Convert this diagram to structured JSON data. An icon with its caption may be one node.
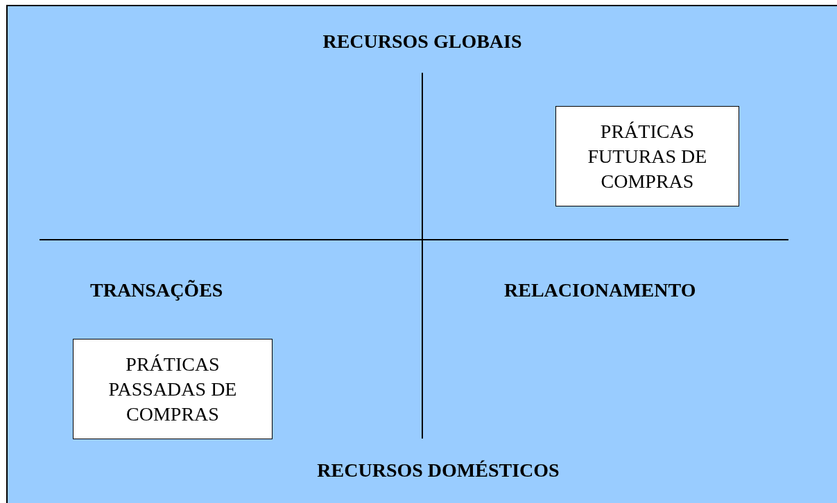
{
  "diagram": {
    "nodes": [
      {
        "text": [
          "PRÁTICAS FUTURAS DE COMPRAS"
        ]
      },
      {
        "text": [
          "PRÁTICAS PASSADAS DE COMPRAS"
        ]
      }
    ],
    "labels": [
      "RECURSOS GLOBAIS",
      "TRANSAÇÕES",
      "RELACIONAMENTO",
      "RECURSOS DOMÉSTICOS"
    ]
  }
}
